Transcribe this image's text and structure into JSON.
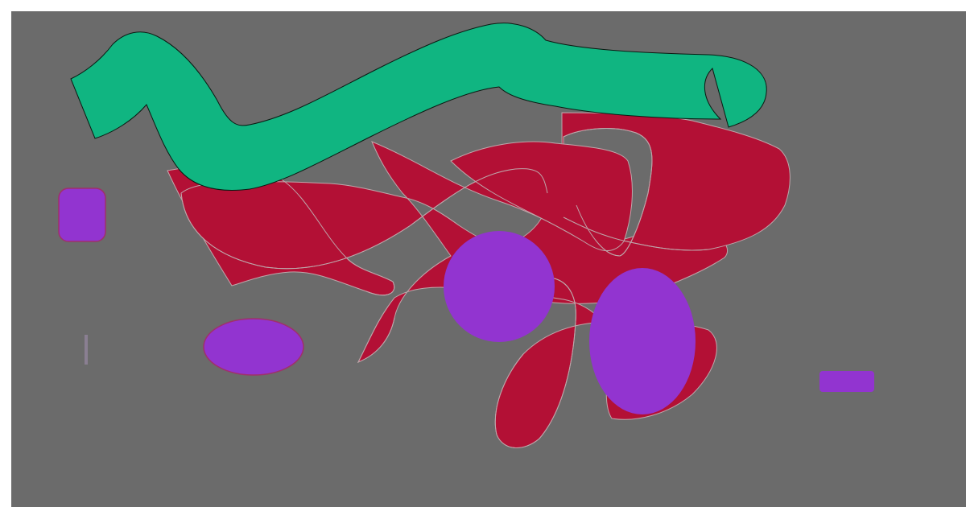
{
  "colors": {
    "frame": "#ffffff",
    "background": "#6b6b6b",
    "crimson": "#b31035",
    "crimson_stroke": "#bfa6aa",
    "green": "#10b581",
    "green_stroke": "#0a1a12",
    "purple": "#9234d0",
    "purple_stroke": "#a0306a",
    "tick": "#8a7f92"
  },
  "shapes": [
    "background-panel",
    "crimson-left-blob",
    "crimson-central-knot",
    "crimson-right-blob",
    "crimson-lower-loop",
    "crimson-small-petal",
    "green-ribbon",
    "purple-rounded-square",
    "purple-left-ellipse",
    "purple-center-circle",
    "purple-tall-ellipse",
    "purple-small-bar",
    "grey-tick"
  ]
}
